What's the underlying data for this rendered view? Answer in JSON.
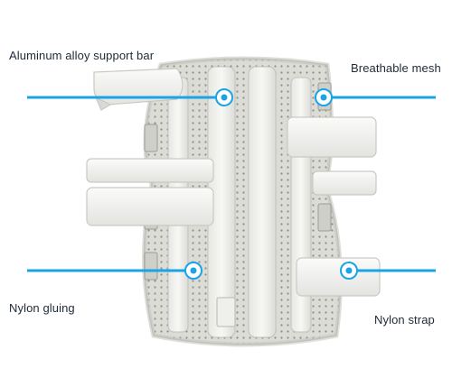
{
  "labels": {
    "support_bar": "Aluminum alloy support bar",
    "mesh": "Breathable mesh",
    "gluing": "Nylon gluing",
    "strap": "Nylon strap"
  },
  "colors": {
    "callout": "#1aa3e6",
    "text": "#1e2a36",
    "mesh": "#dcdcd6",
    "strap": "#f4f4f2"
  }
}
